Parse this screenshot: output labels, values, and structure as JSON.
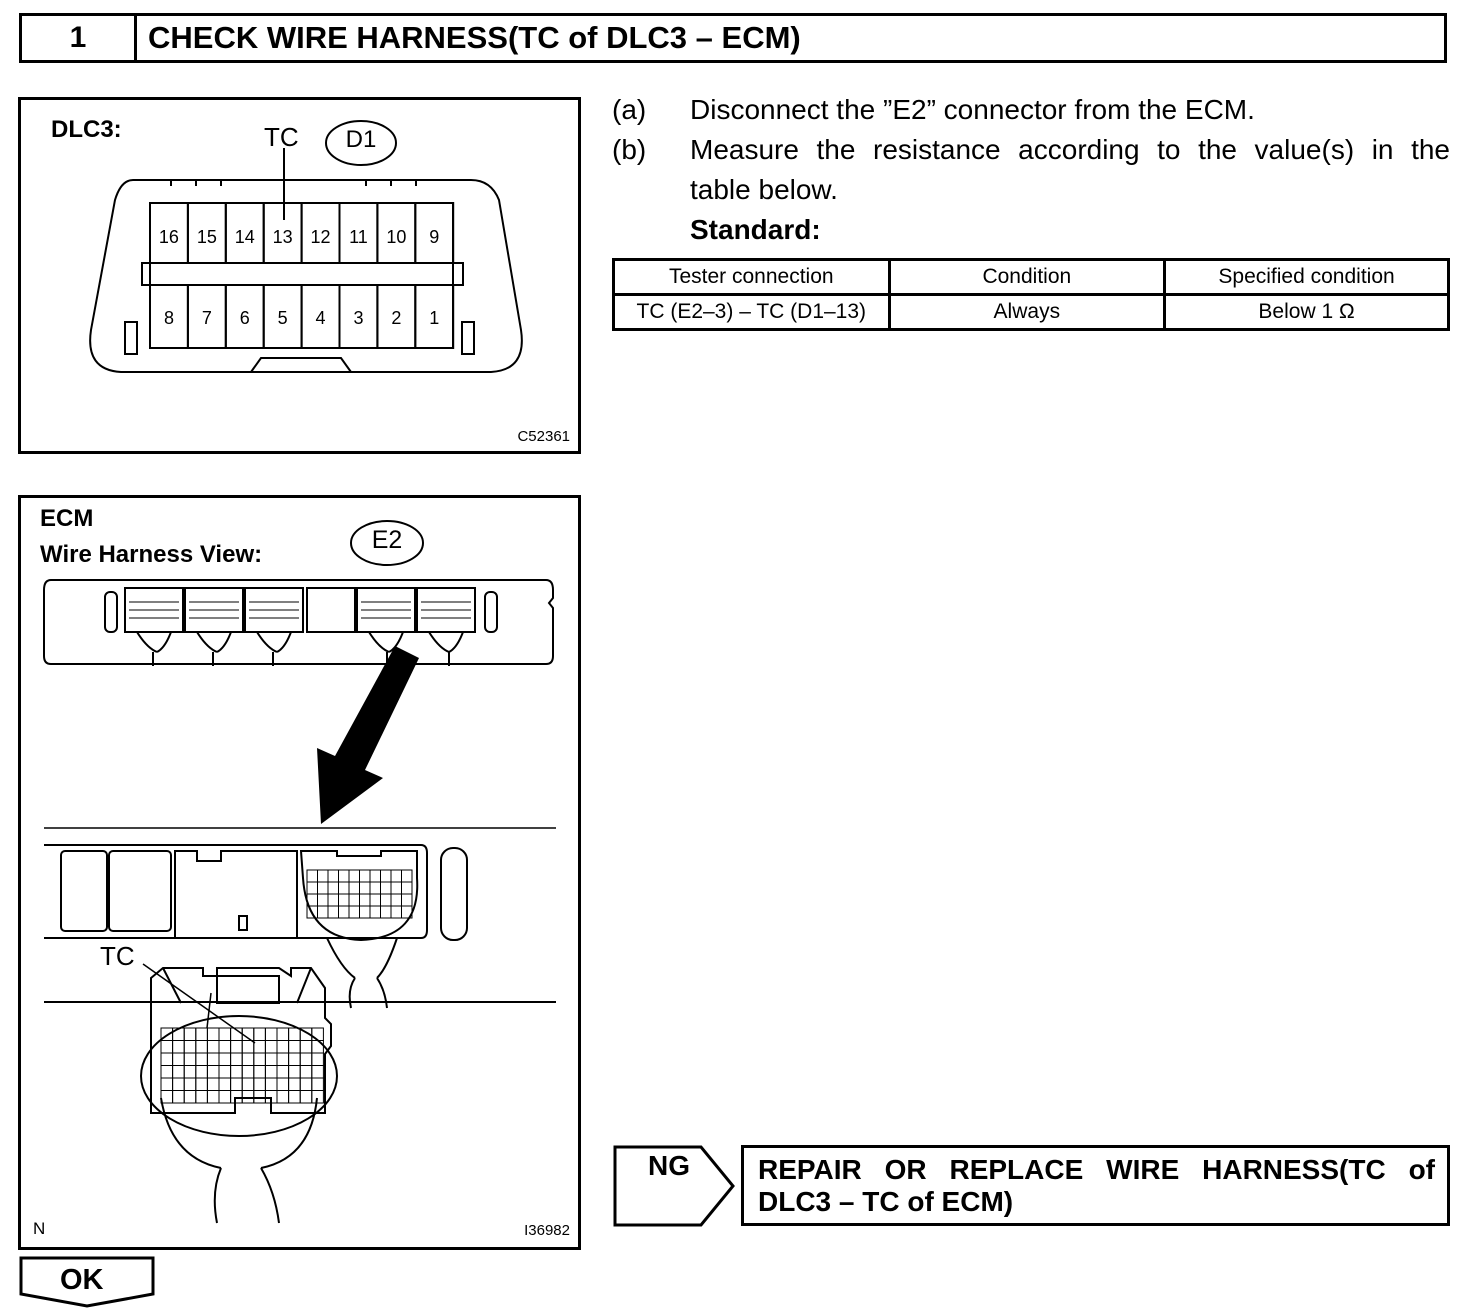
{
  "step": {
    "number": "1",
    "title": "CHECK WIRE HARNESS(TC of DLC3 – ECM)"
  },
  "figure_dlc3": {
    "label": "DLC3:",
    "pin_label": "TC",
    "connector_code": "D1",
    "top_row_pins": [
      "16",
      "15",
      "14",
      "13",
      "12",
      "11",
      "10",
      "9"
    ],
    "bottom_row_pins": [
      "8",
      "7",
      "6",
      "5",
      "4",
      "3",
      "2",
      "1"
    ],
    "figure_id": "C52361"
  },
  "figure_ecm": {
    "title_line1": "ECM",
    "title_line2": "Wire Harness View:",
    "connector_code": "E2",
    "pin_label": "TC",
    "corner_mark": "N",
    "figure_id": "I36982"
  },
  "instructions": [
    {
      "marker": "(a)",
      "text": "Disconnect the ”E2” connector from the ECM."
    },
    {
      "marker": "(b)",
      "text_line1": "Measure the resistance according to the value(s) in the",
      "text_line2": "table below."
    }
  ],
  "standard_label": "Standard:",
  "spec_table": {
    "headers": [
      "Tester connection",
      "Condition",
      "Specified condition"
    ],
    "rows": [
      [
        "TC (E2–3) – TC (D1–13)",
        "Always",
        "Below 1 Ω"
      ]
    ]
  },
  "ng_branch": {
    "label": "NG",
    "action_line1": "REPAIR OR REPLACE WIRE HARNESS(TC of",
    "action_line2": "DLC3 – TC of ECM)"
  },
  "ok_branch": {
    "label": "OK"
  }
}
